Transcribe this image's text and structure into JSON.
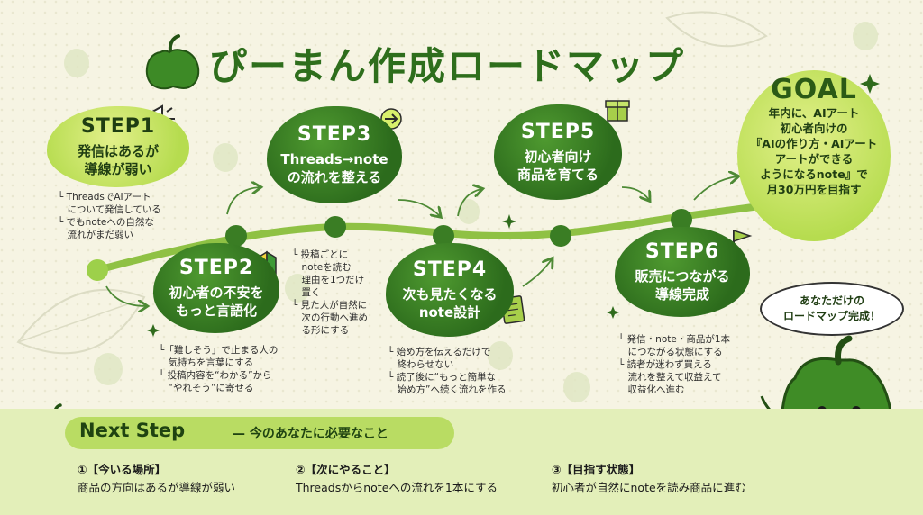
{
  "title": "ぴーまん作成ロードマップ",
  "steps": [
    {
      "label": "STEP1",
      "title_lines": [
        "発信はあるが",
        "導線が弱い"
      ],
      "notes": [
        "└ ThreadsでAIアート",
        "　について発信している",
        "└ でもnoteへの自然な",
        "　流れがまだ弱い"
      ]
    },
    {
      "label": "STEP2",
      "title_lines": [
        "初心者の不安を",
        "もっと言語化"
      ],
      "notes": [
        "└「難しそう」で止まる人の",
        "　気持ちを言葉にする",
        "└ 投稿内容を“わかる”から",
        "　“やれそう”に寄せる"
      ]
    },
    {
      "label": "STEP3",
      "title_lines": [
        "Threads→note",
        "の流れを整える"
      ],
      "notes": [
        "└ 投稿ごとに",
        "　noteを読む",
        "　理由を1つだけ",
        "　置く",
        "└ 見た人が自然に",
        "　次の行動へ進め",
        "　る形にする"
      ]
    },
    {
      "label": "STEP4",
      "title_lines": [
        "次も見たくなる",
        "note設計"
      ],
      "notes": [
        "└ 始め方を伝えるだけで",
        "　終わらせない",
        "└ 読了後に“もっと簡単な",
        "　始め方”へ続く流れを作る"
      ]
    },
    {
      "label": "STEP5",
      "title_lines": [
        "初心者向け",
        "商品を育てる"
      ],
      "notes": []
    },
    {
      "label": "STEP6",
      "title_lines": [
        "販売につながる",
        "導線完成"
      ],
      "notes": [
        "└ 発信・note・商品が1本",
        "　につながる状態にする",
        "└ 読者が迷わず買える",
        "　流れを整えて収益えて",
        "　収益化へ進む"
      ]
    }
  ],
  "goal": {
    "label": "GOAL",
    "lines": [
      "年内に、AIアート",
      "初心者向けの",
      "『AIの作り方・AIアート",
      "アートができる",
      "ようになるnote』で",
      "月30万円を目指す"
    ]
  },
  "speech": {
    "lines": [
      "あなただけの",
      "ロードマップ完成！"
    ]
  },
  "next_step": {
    "title": "Next Step",
    "subtitle": "— 今のあなたに必要なこと",
    "items": [
      {
        "heading": "①【今いる場所】",
        "text": "商品の方向はあるが導線が弱い"
      },
      {
        "heading": "②【次にやること】",
        "text": "Threadsからnoteへの流れを1本にする"
      },
      {
        "heading": "③【目指す状態】",
        "text": "初心者が自然にnoteを読み商品に進む"
      }
    ]
  },
  "icons": [
    "pepper-icon",
    "megaphone-icon",
    "beginner-mark-icon",
    "arrow-circle-icon",
    "notebook-icon",
    "gift-box-icon",
    "flag-icon",
    "sparkle-icon"
  ],
  "colors": {
    "background": "#f6f4e3",
    "dark_green": "#2c6b1c",
    "light_green": "#b6dc4f",
    "title": "#2e6e1c"
  }
}
